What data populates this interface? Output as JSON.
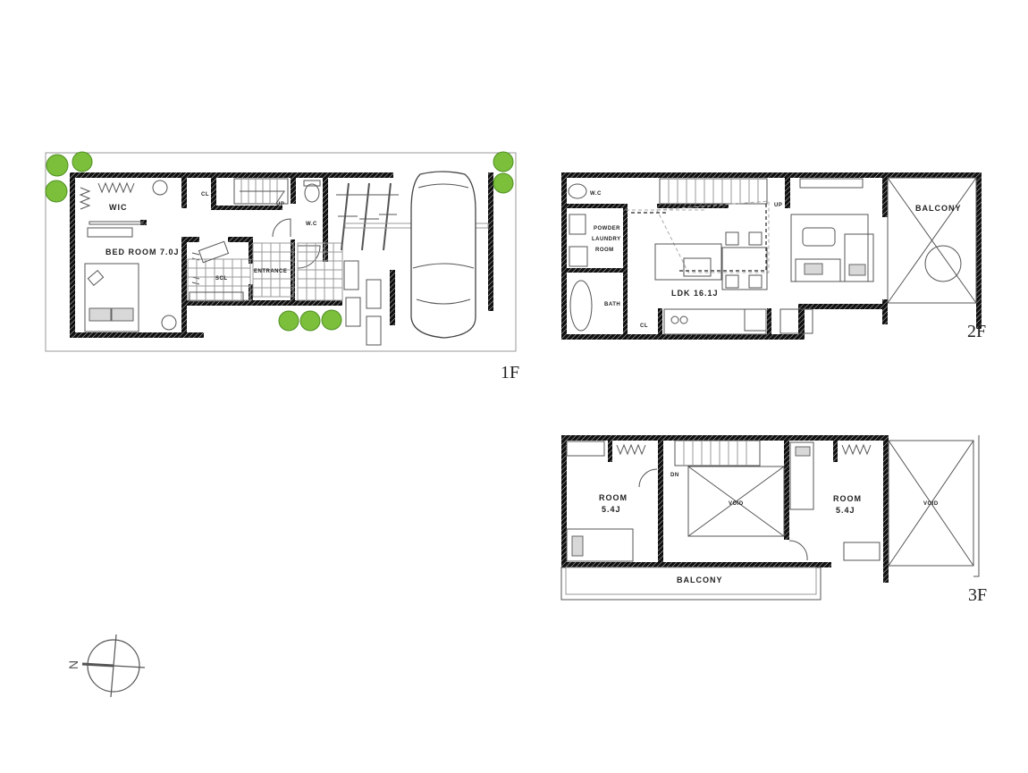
{
  "plans": {
    "first_floor": {
      "floor_label": "1F",
      "rooms": {
        "wic": "WIC",
        "bedroom": "BED ROOM 7.0J",
        "closet": "CL",
        "stairs_up": "UP",
        "wc": "W.C",
        "shoe_closet": "SCL",
        "entrance": "ENTRANCE"
      }
    },
    "second_floor": {
      "floor_label": "2F",
      "rooms": {
        "wc": "W.C",
        "powder": "POWDER",
        "laundry": "LAUNDRY",
        "laundry_room": "ROOM",
        "bath": "BATH",
        "closet": "CL",
        "ldk": "LDK 16.1J",
        "stairs_up": "UP",
        "balcony": "BALCONY"
      }
    },
    "third_floor": {
      "floor_label": "3F",
      "rooms": {
        "room_left": "ROOM",
        "room_left_size": "5.4J",
        "room_right": "ROOM",
        "room_right_size": "5.4J",
        "stairs_down": "DN",
        "void_center": "VOID",
        "void_right": "VOID",
        "balcony": "BALCONY"
      }
    }
  },
  "compass": {
    "north_label": "N"
  },
  "colors": {
    "wall": "#111111",
    "greenery": "#7cbf3a",
    "line": "#555555"
  }
}
